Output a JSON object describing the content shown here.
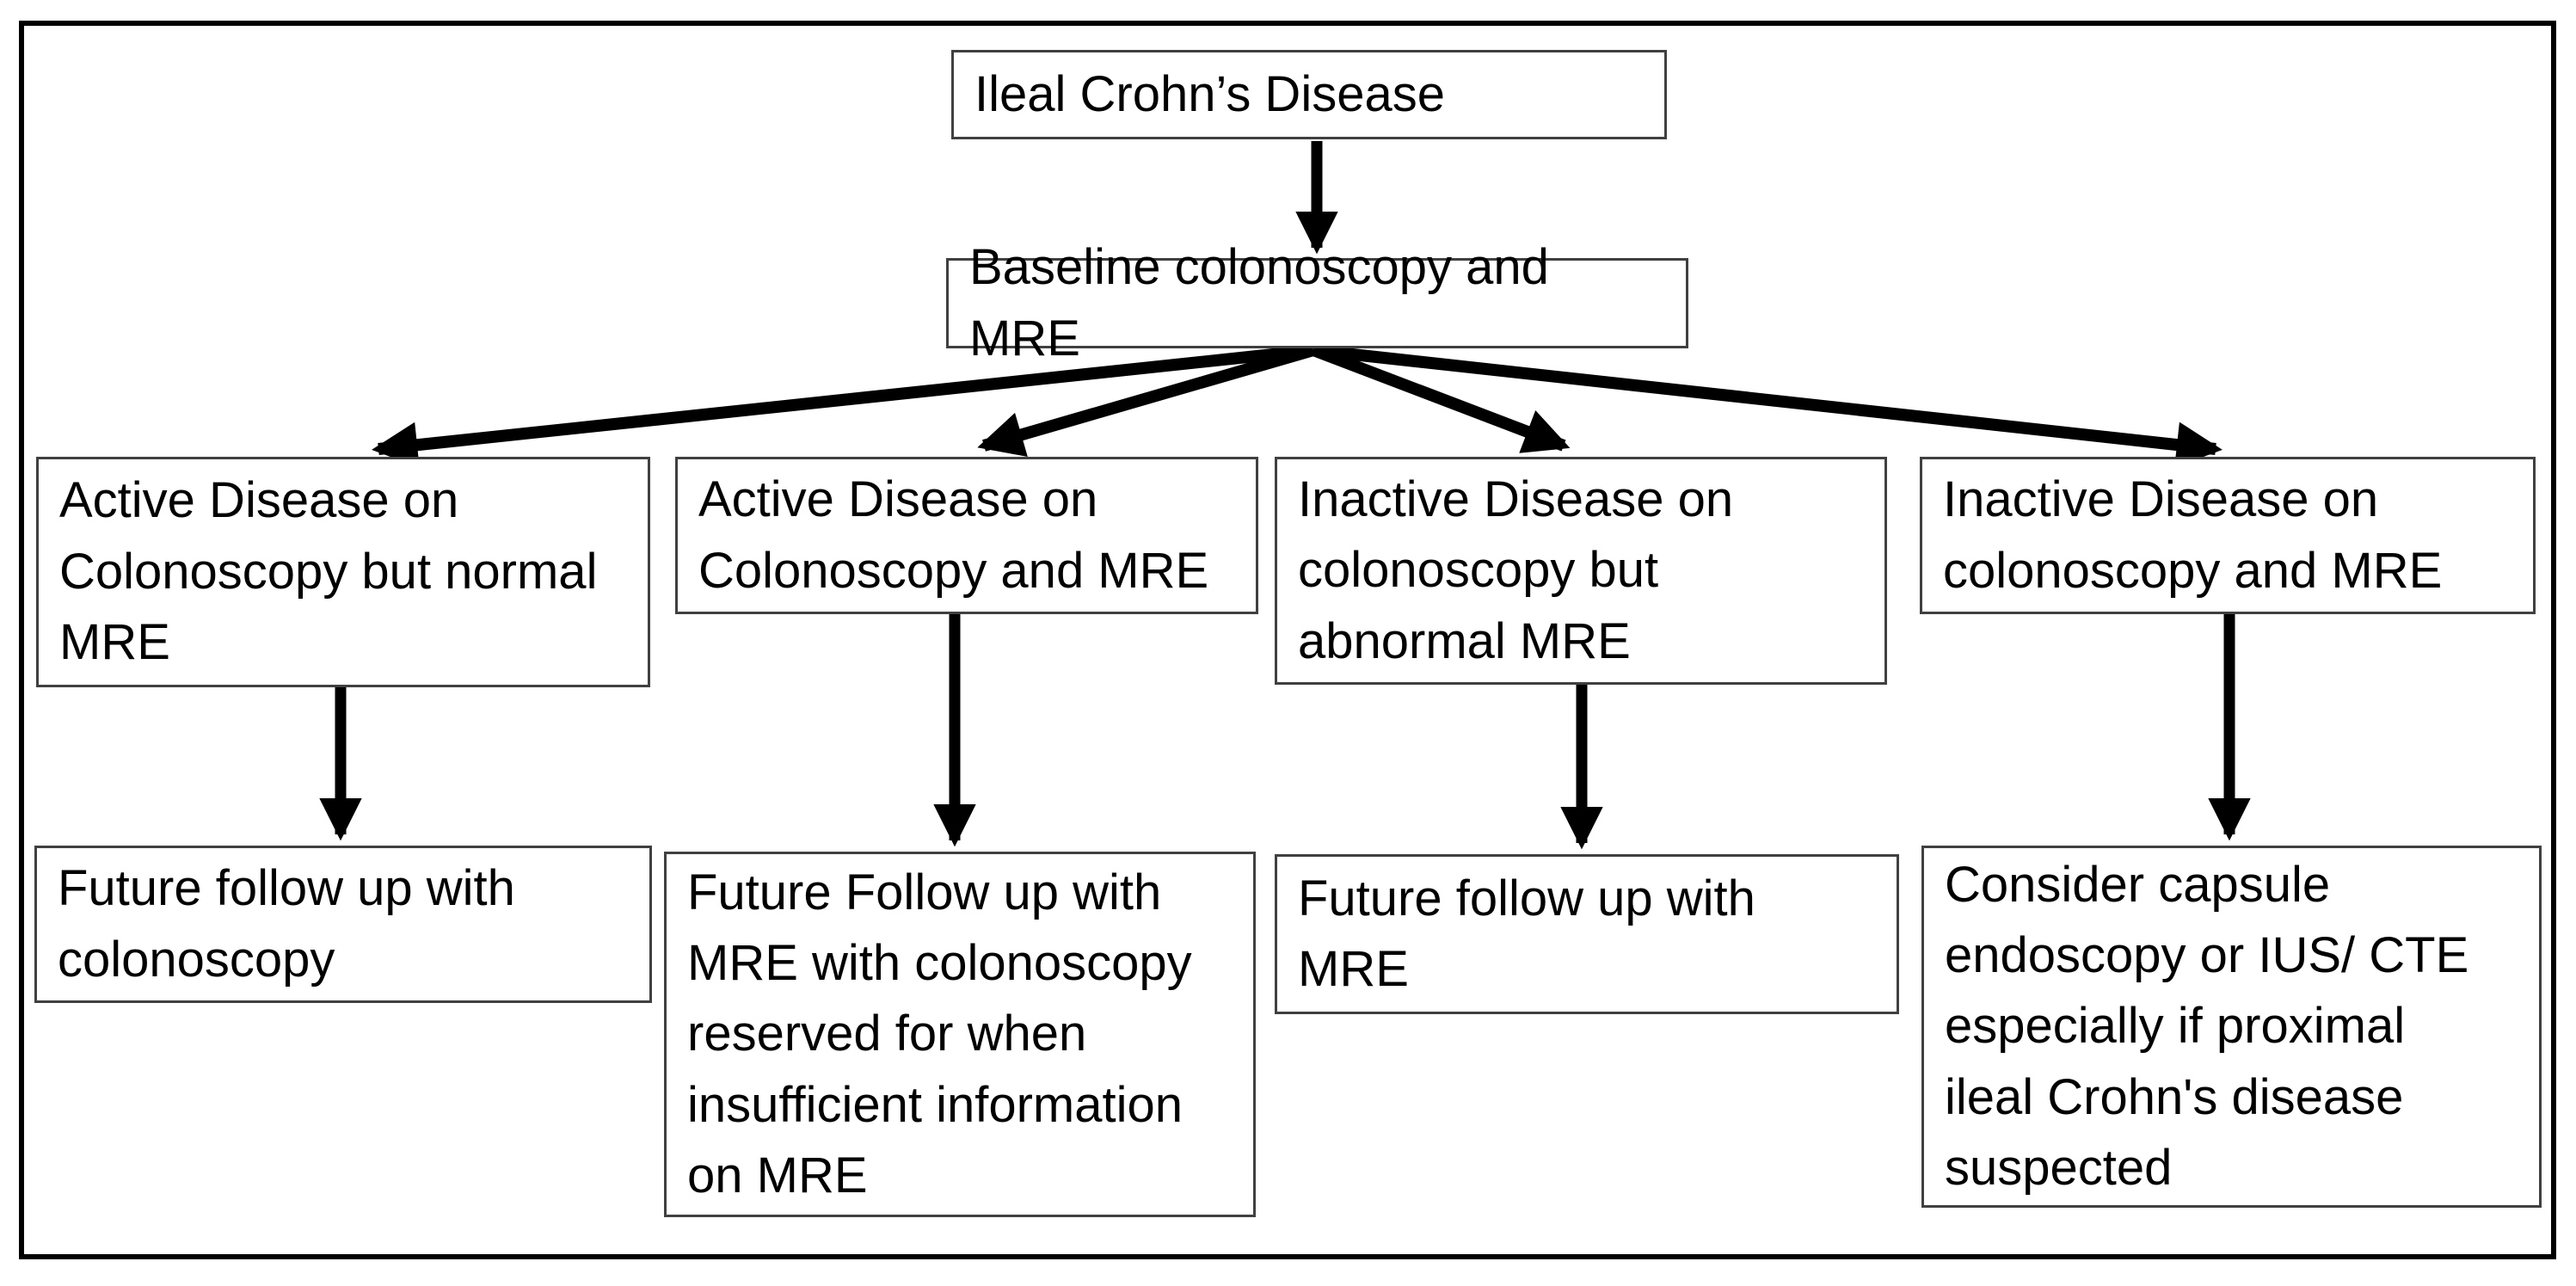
{
  "diagram": {
    "type": "flowchart",
    "colors": {
      "background": "#ffffff",
      "frame_border": "#000000",
      "box_border": "#404040",
      "text": "#000000",
      "arrow": "#000000"
    },
    "nodes": {
      "root": {
        "label": "Ileal Crohn’s Disease"
      },
      "baseline": {
        "label": "Baseline colonoscopy and MRE"
      },
      "branch_active_normal_mre": {
        "label": "Active Disease on\nColonoscopy but normal\nMRE"
      },
      "branch_active_both": {
        "label": "Active Disease on\nColonoscopy and MRE"
      },
      "branch_inactive_abnormal_mre": {
        "label": "Inactive Disease on\ncolonoscopy but\nabnormal MRE"
      },
      "branch_inactive_both": {
        "label": "Inactive Disease on\ncolonoscopy and MRE"
      },
      "outcome_colonoscopy": {
        "label": "Future follow up with\ncolonoscopy"
      },
      "outcome_mre_reserved": {
        "label": "Future Follow up with\nMRE with colonoscopy\nreserved for when\ninsufficient information\non MRE"
      },
      "outcome_mre": {
        "label": "Future follow up with\nMRE"
      },
      "outcome_capsule": {
        "label": "Consider capsule\nendoscopy or IUS/ CTE\nespecially if proximal\nileal Crohn's disease\nsuspected"
      }
    },
    "edges": [
      {
        "from": "root",
        "to": "baseline"
      },
      {
        "from": "baseline",
        "to": "branch_active_normal_mre"
      },
      {
        "from": "baseline",
        "to": "branch_active_both"
      },
      {
        "from": "baseline",
        "to": "branch_inactive_abnormal_mre"
      },
      {
        "from": "baseline",
        "to": "branch_inactive_both"
      },
      {
        "from": "branch_active_normal_mre",
        "to": "outcome_colonoscopy"
      },
      {
        "from": "branch_active_both",
        "to": "outcome_mre_reserved"
      },
      {
        "from": "branch_inactive_abnormal_mre",
        "to": "outcome_mre"
      },
      {
        "from": "branch_inactive_both",
        "to": "outcome_capsule"
      }
    ]
  }
}
